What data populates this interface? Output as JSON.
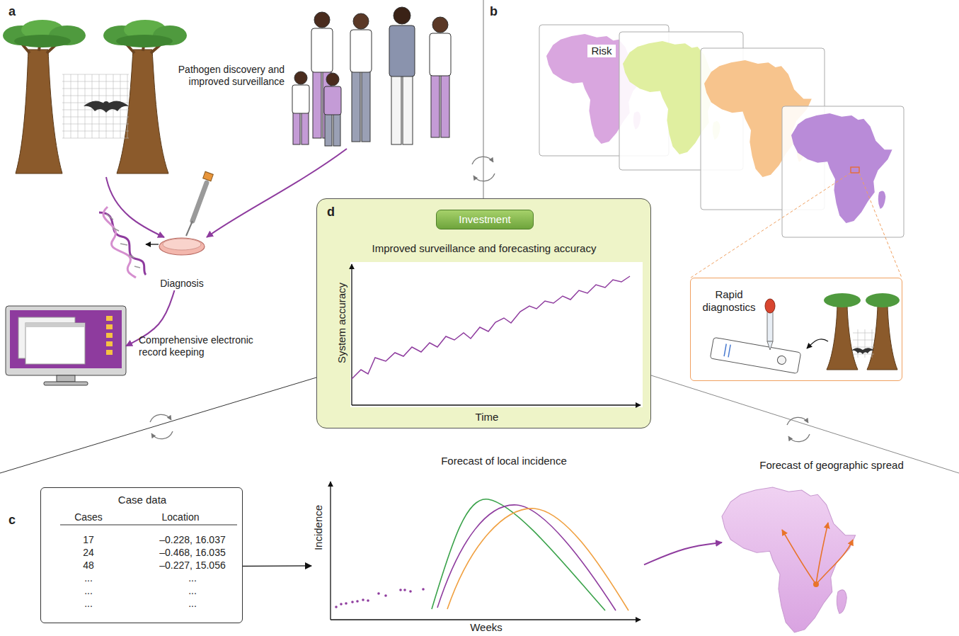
{
  "diagram": {
    "nodes": [
      {
        "text": [
          "Diagnosis"
        ]
      },
      {
        "text": [
          "Comprehensive electronic record keeping"
        ]
      },
      {
        "text": [
          "d",
          "Improved surveillance and forecasting accuracy",
          "System accuracy",
          "Time"
        ]
      },
      {
        "text": [
          "Investment"
        ],
        "in": 2
      },
      {
        "text": [
          "Rapid diagnostics"
        ]
      },
      {
        "text": [
          "Case data"
        ]
      },
      {
        "text": [
          "Forecast of local incidence",
          "Incidence",
          "Weeks"
        ]
      },
      {
        "text": [
          "Forecast of geographic spread"
        ]
      }
    ],
    "edges": [
      {
        "from": 0,
        "to": 1,
        "arrow": "to"
      },
      {
        "from": 5,
        "to": 6,
        "arrow": "to"
      },
      {
        "from": 6,
        "to": 7,
        "arrow": "to"
      }
    ],
    "labels": [
      "a",
      "b",
      "c",
      "Pathogen discovery and improved surveillance",
      "Risk",
      "Cases",
      "Location",
      "17",
      "–0.228, 16.037",
      "24",
      "–0.468, 16.035",
      "48",
      "–0.227, 15.056",
      "...",
      "...",
      "...",
      "...",
      "...",
      "..."
    ]
  }
}
